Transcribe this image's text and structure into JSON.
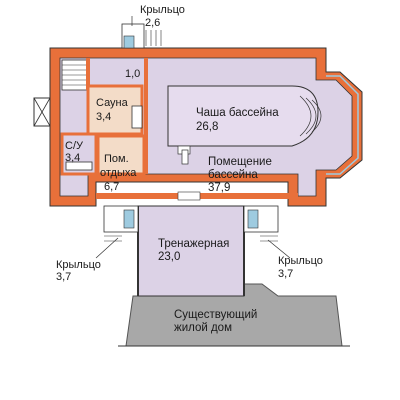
{
  "labels": {
    "porch_top_name": "Крыльцо",
    "porch_top_area": "2,6",
    "hall_area": "1,0",
    "sauna_name": "Сауна",
    "sauna_area": "3,4",
    "wc_name": "С/У",
    "wc_area": "3,4",
    "rest_name": "Пом.",
    "rest_name2": "отдыха",
    "rest_area": "6,7",
    "bowl_name": "Чаша бассейна",
    "bowl_area": "26,8",
    "pool_room_name": "Помещение",
    "pool_room_name2": "бассейна",
    "pool_room_area": "37,9",
    "gym_name": "Тренажерная",
    "gym_area": "23,0",
    "porch_left_name": "Крыльцо",
    "porch_left_area": "3,7",
    "porch_right_name": "Крыльцо",
    "porch_right_area": "3,7",
    "existing_name": "Существующий",
    "existing_name2": "жилой дом"
  },
  "colors": {
    "wall": "#e8703a",
    "floor_pool": "#dcd2e6",
    "floor_rest": "#f3dcc8",
    "existing_house": "#a8a8a8",
    "line": "#333333",
    "glass": "#9ecbe0"
  }
}
